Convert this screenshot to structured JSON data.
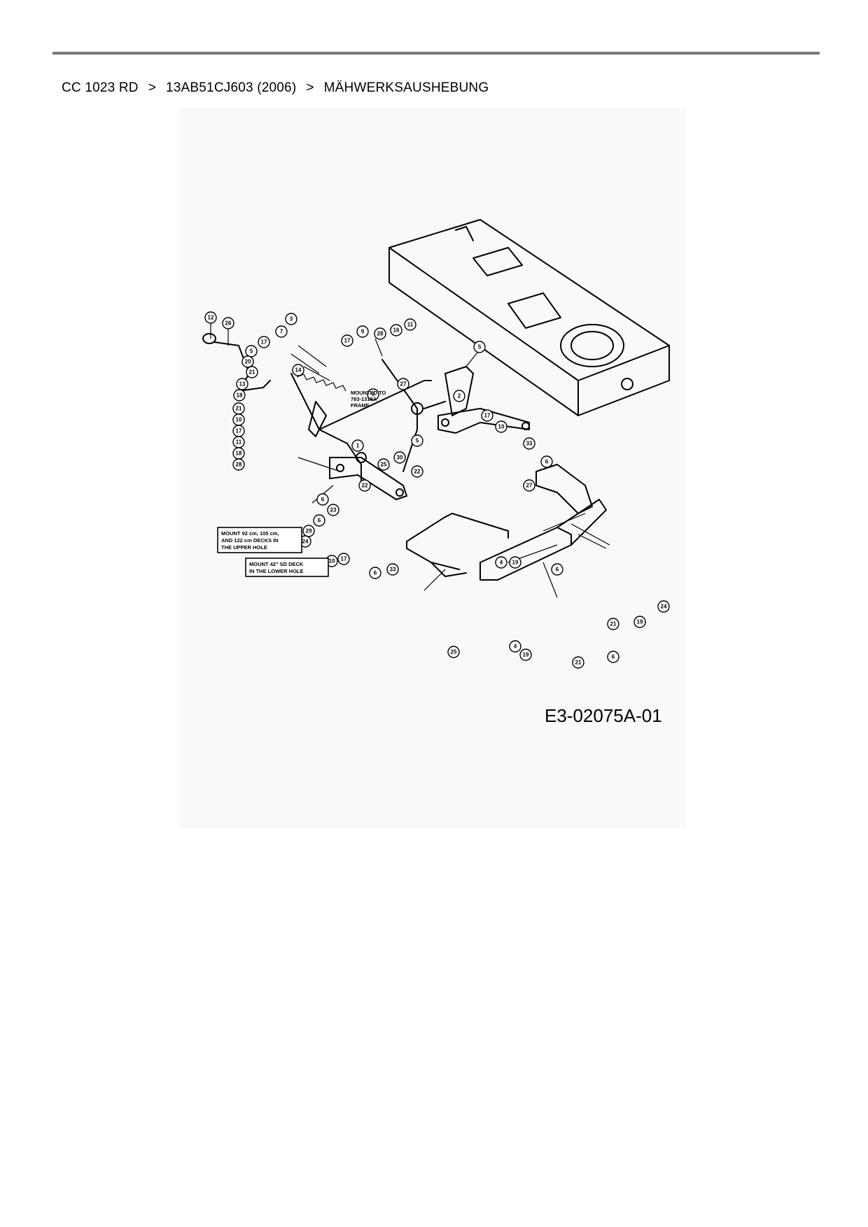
{
  "breadcrumb": {
    "model": "CC 1023 RD",
    "serial": "13AB51CJ603 (2006)",
    "section": "MÄHWERKSAUSHEBUNG",
    "separator": ">"
  },
  "diagram": {
    "figure_code": "E3-02075A-01",
    "mount_note": [
      "MOUNTED TO",
      "783-1318A",
      "FRAME"
    ],
    "note_upper": [
      "MOUNT 92 cm, 105 cm,",
      "AND 122 cm DECKS IN",
      "THE UPPER HOLE"
    ],
    "note_lower": [
      "MOUNT 42\" SD DECK",
      "IN THE LOWER HOLE"
    ],
    "callouts": [
      "12",
      "26",
      "3",
      "7",
      "17",
      "5",
      "20",
      "21",
      "14",
      "13",
      "18",
      "21",
      "10",
      "17",
      "11",
      "18",
      "28",
      "17",
      "9",
      "28",
      "16",
      "11",
      "27",
      "9",
      "1",
      "5",
      "30",
      "25",
      "2",
      "5",
      "17",
      "10",
      "33",
      "6",
      "27",
      "22",
      "6",
      "23",
      "6",
      "29",
      "24",
      "22",
      "33",
      "17",
      "10",
      "6",
      "4",
      "19",
      "4",
      "19",
      "25",
      "6",
      "21",
      "6",
      "21",
      "19",
      "24"
    ]
  }
}
